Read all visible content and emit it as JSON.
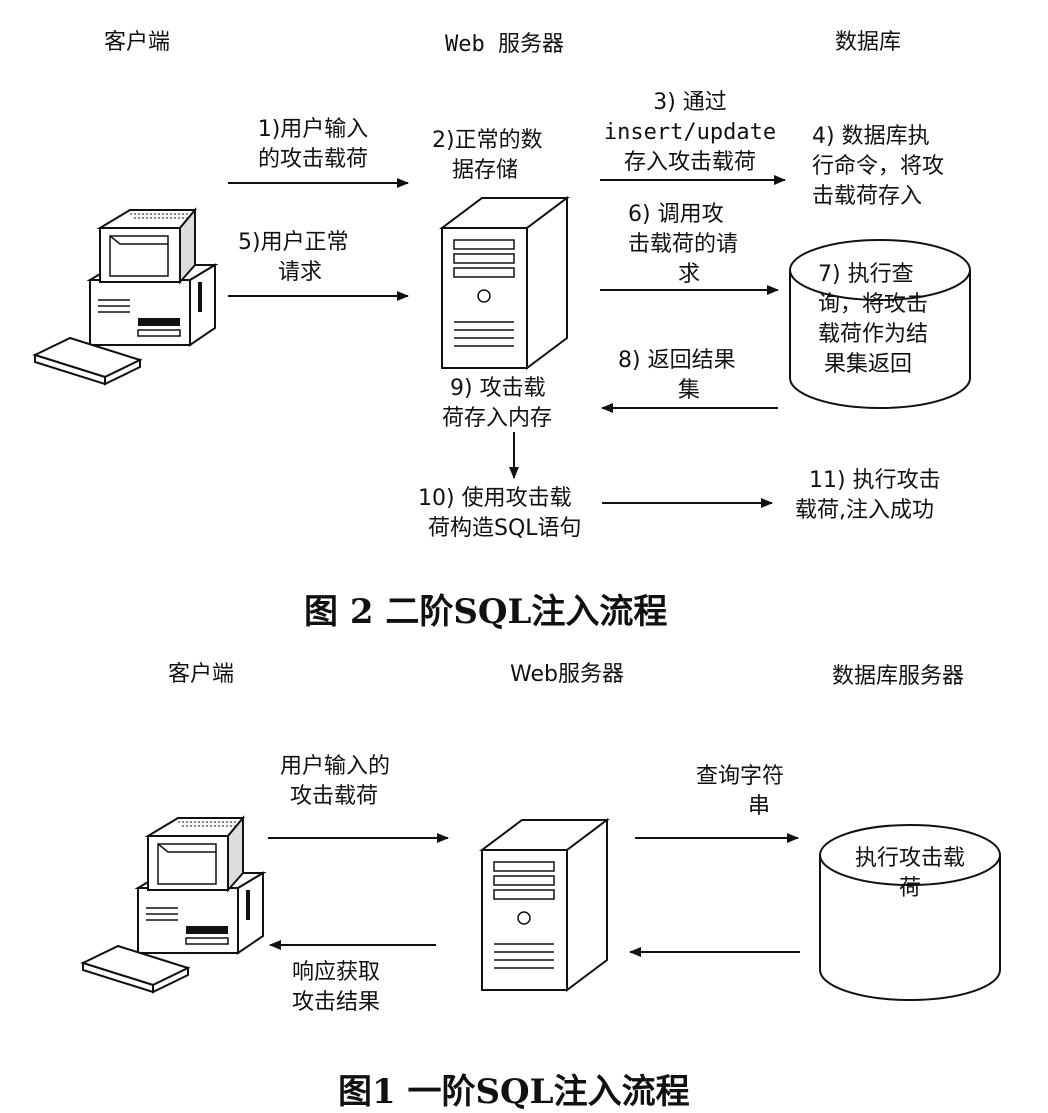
{
  "fig2": {
    "caption": "图 2   二阶SQL注入流程",
    "headers": {
      "client": "客户端",
      "web": "Web 服务器",
      "db": "数据库"
    },
    "steps": {
      "s1": [
        "1)用户输入",
        "的攻击载荷"
      ],
      "s2": [
        "2)正常的数",
        "据存储"
      ],
      "s3": [
        "3) 通过",
        "insert/update",
        "存入攻击载荷"
      ],
      "s4": [
        "4) 数据库执",
        "行命令，将攻",
        "击载荷存入"
      ],
      "s5": [
        "5)用户正常",
        "请求"
      ],
      "s6": [
        "6)  调用攻",
        "击载荷的请",
        "求"
      ],
      "s7": [
        "7) 执行查",
        "询，将攻击",
        "载荷作为结",
        "果集返回"
      ],
      "s8": [
        "8) 返回结果",
        "集"
      ],
      "s9": [
        "9) 攻击载",
        "荷存入内存"
      ],
      "s10": [
        "10) 使用攻击载",
        "荷构造SQL语句"
      ],
      "s11": [
        "11) 执行攻击",
        "载荷,注入成功"
      ]
    }
  },
  "fig1": {
    "caption": "图1   一阶SQL注入流程",
    "headers": {
      "client": "客户端",
      "web": "Web服务器",
      "db": "数据库服务器"
    },
    "labels": {
      "input": [
        "用户输入的",
        "攻击载荷"
      ],
      "query": [
        "查询字符",
        "串"
      ],
      "exec": [
        "执行攻击载",
        "荷"
      ],
      "response": [
        "响应获取",
        "攻击结果"
      ]
    }
  }
}
